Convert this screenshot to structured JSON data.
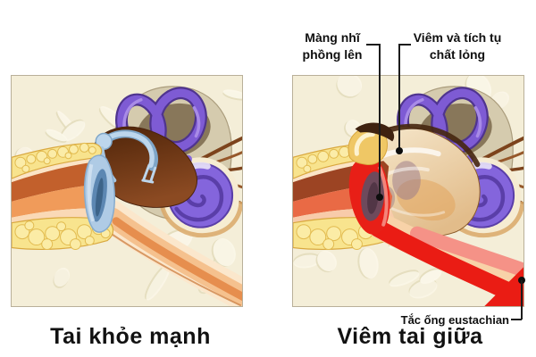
{
  "figure": {
    "panels": [
      {
        "id": "healthy",
        "title": "Tai khỏe mạnh"
      },
      {
        "id": "otitis-media",
        "title": "Viêm tai giữa"
      }
    ],
    "annotations": {
      "bulging_eardrum": {
        "line1": "Màng nhĩ",
        "line2": "phồng lên"
      },
      "fluid_buildup": {
        "line1": "Viêm và tích tụ",
        "line2": "chất lỏng"
      },
      "blocked_tube": {
        "label": "Tắc ống eustachian"
      }
    }
  },
  "palette": {
    "background": "#ffffff",
    "bone": "#f4eed8",
    "bone_blob": "#fbf7e9",
    "fat_yellow": "#f8e48e",
    "canal_dark": "#c2602c",
    "canal_light": "#f09b5a",
    "canal_inflamed_dark": "#9c4423",
    "canal_inflamed_light": "#e96a45",
    "skin_peach": "#fad9b6",
    "eardrum_blue": "#afcbe5",
    "ossicle_blue": "#bdd6ec",
    "middle_ear_brown": "#5e2d13",
    "labyrinth_purple": "#7e5bd4",
    "cochlea_purple": "#8465dc",
    "nerve_brown": "#8a4e22",
    "inflammation_red": "#e81f17",
    "inflamed_pink": "#f59287",
    "fluid_cream": "#f5e6c6",
    "bruise": "#6e4a5c",
    "annotation_line": "#1c1c1c",
    "text": "#111111"
  }
}
